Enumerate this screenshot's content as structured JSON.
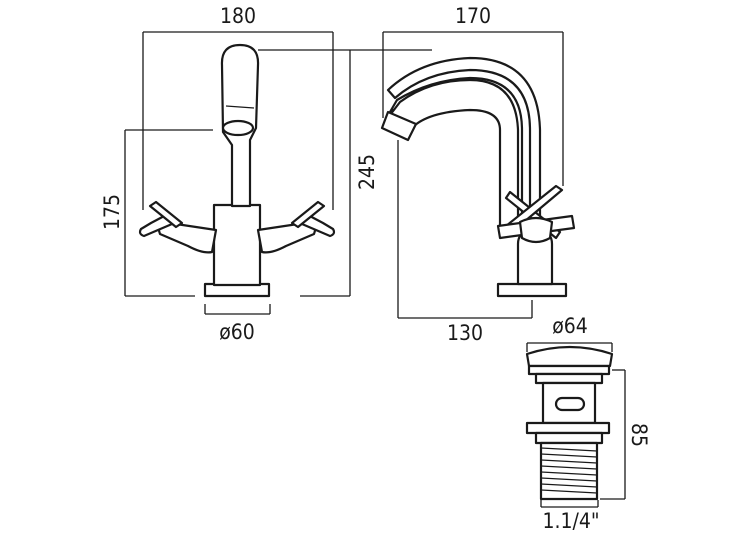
{
  "dimensions": {
    "mixer_width": "180",
    "mixer_handle_height": "175",
    "mixer_base_diameter": "ø60",
    "overall_height": "245",
    "spout_width": "170",
    "spout_reach": "130",
    "waste_diameter": "ø64",
    "waste_height": "85",
    "waste_thread": "1.1/4\""
  }
}
